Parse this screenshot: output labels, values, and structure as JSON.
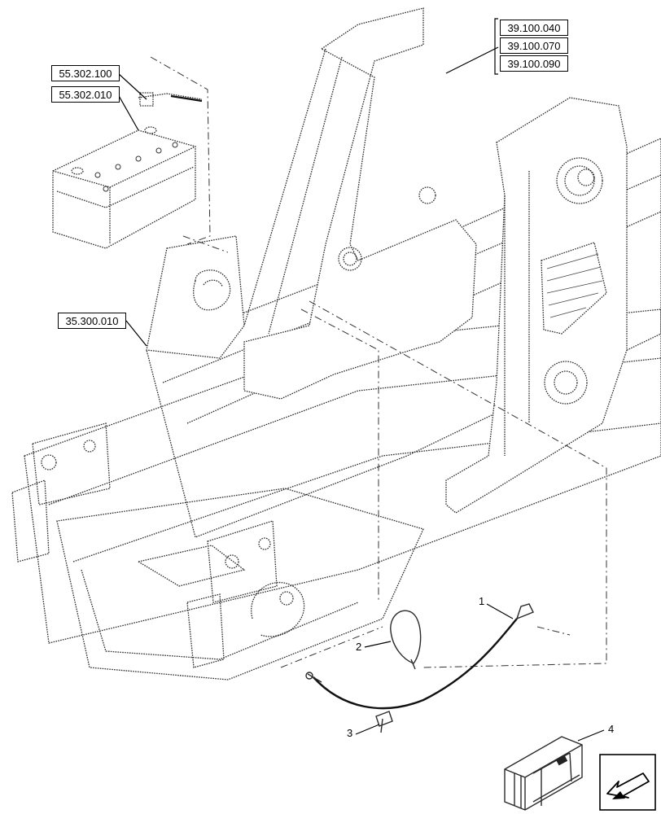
{
  "references": {
    "frame_group": [
      "39.100.040",
      "39.100.070",
      "39.100.090"
    ],
    "battery_cable": "55.302.100",
    "battery": "55.302.010",
    "chassis": "35.300.010"
  },
  "callouts": [
    "1",
    "2",
    "3",
    "4"
  ]
}
